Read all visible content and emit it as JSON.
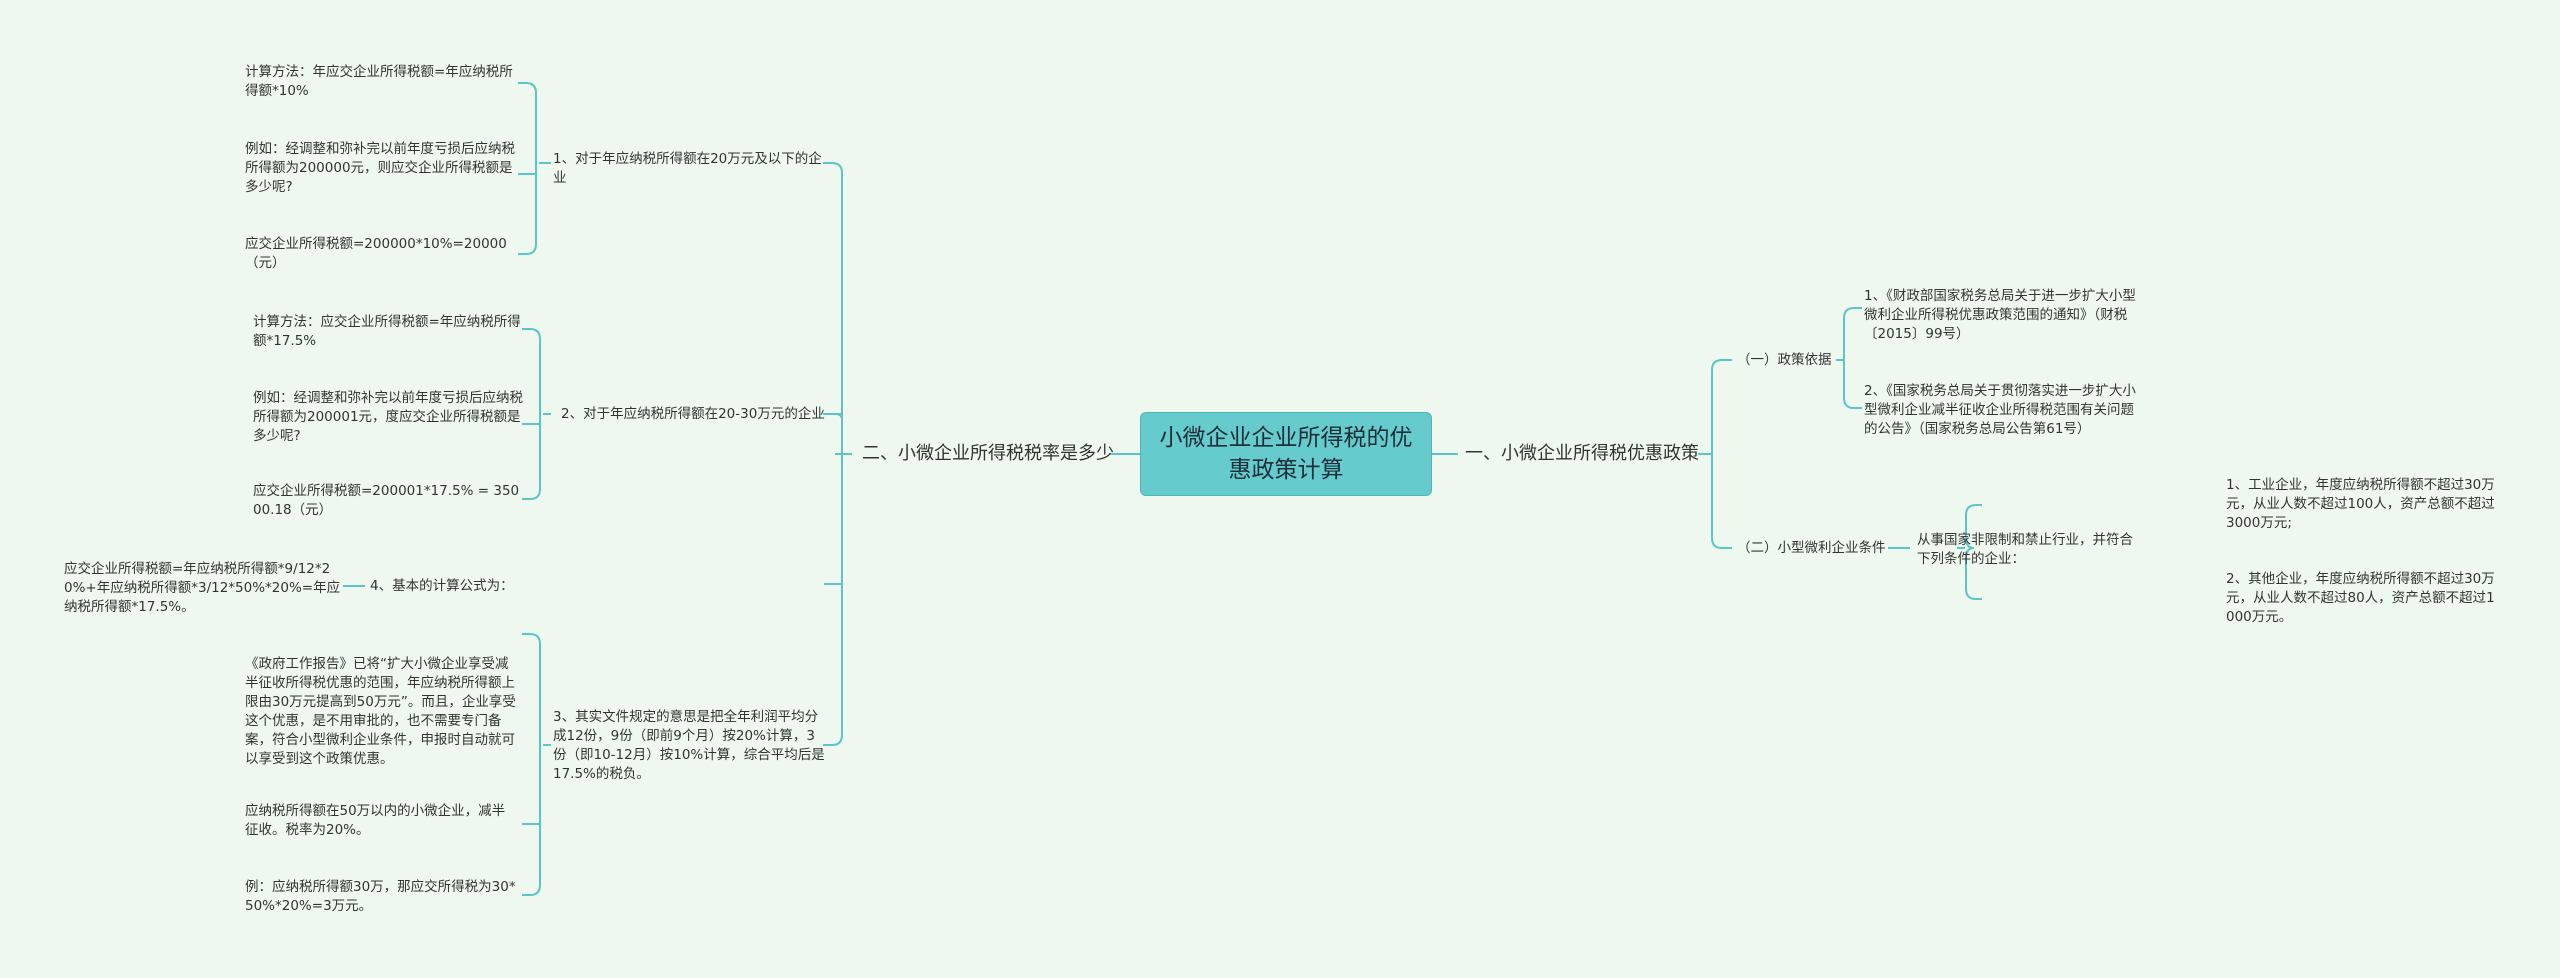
{
  "root": "小微企业企业所得税的优惠政策计算",
  "left_branch": {
    "title": "二、小微企业所得税税率是多少",
    "s1": {
      "label": "1、对于年应纳税所得额在20万元及以下的企业",
      "items": [
        "计算方法：年应交企业所得税额=年应纳税所得额*10%",
        "例如：经调整和弥补完以前年度亏损后应纳税所得额为200000元，则应交企业所得税额是多少呢?",
        "应交企业所得税额=200000*10%=20000（元）"
      ]
    },
    "s2": {
      "label": "2、对于年应纳税所得额在20-30万元的企业",
      "items": [
        "计算方法：应交企业所得税额=年应纳税所得额*17.5%",
        "例如：经调整和弥补完以前年度亏损后应纳税所得额为200001元，度应交企业所得税额是多少呢?",
        "应交企业所得税额=200001*17.5% = 35000.18（元）"
      ]
    },
    "s3": {
      "label": "3、其实文件规定的意思是把全年利润平均分成12份，9份（即前9个月）按20%计算，3份（即10-12月）按10%计算，综合平均后是17.5%的税负。",
      "items": [
        "《政府工作报告》已将“扩大小微企业享受减半征收所得税优惠的范围，年应纳税所得额上限由30万元提高到50万元”。而且，企业享受这个优惠，是不用审批的，也不需要专门备案，符合小型微利企业条件，申报时自动就可以享受到这个政策优惠。",
        "应纳税所得额在50万以内的小微企业，减半征收。税率为20%。",
        "例：应纳税所得额30万，那应交所得税为30*50%*20%=3万元。"
      ]
    },
    "s4": {
      "label": "4、基本的计算公式为：",
      "items": [
        "应交企业所得税额=年应纳税所得额*9/12*20%+年应纳税所得额*3/12*50%*20%=年应纳税所得额*17.5%。"
      ]
    }
  },
  "right_branch": {
    "title": "一、小微企业所得税优惠政策",
    "policy": {
      "label": "（一）政策依据",
      "items": [
        "1、《财政部国家税务总局关于进一步扩大小型微利企业所得税优惠政策范围的通知》（财税〔2015〕99号）",
        "2、《国家税务总局关于贯彻落实进一步扩大小型微利企业减半征收企业所得税范围有关问题的公告》（国家税务总局公告第61号）"
      ]
    },
    "conditions": {
      "label": "（二）小型微利企业条件",
      "mid": "从事国家非限制和禁止行业，并符合下列条件的企业：",
      "items": [
        "1、工业企业，年度应纳税所得额不超过30万元，从业人数不超过100人，资产总额不超过3000万元;",
        "2、其他企业，年度应纳税所得额不超过30万元，从业人数不超过80人，资产总额不超过1000万元。"
      ]
    }
  },
  "colors": {
    "line": "#5cc6c6",
    "root_bg": "#66cbcc",
    "background": "#eff8ef"
  }
}
